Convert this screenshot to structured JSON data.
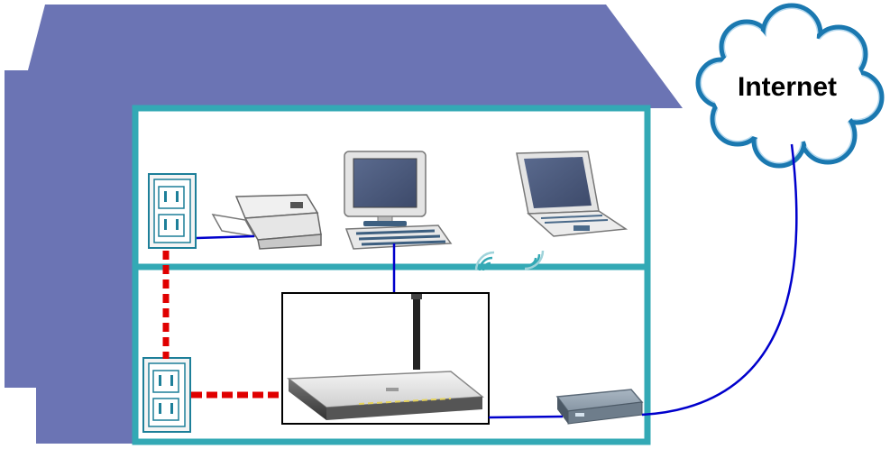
{
  "cloud": {
    "label": "Internet"
  },
  "colors": {
    "roof": "#6b74b4",
    "house_wall": "#6b74b4",
    "frame": "#33a9b5",
    "wired_link": "#0000cc",
    "powerline_link": "#e00000",
    "cloud_outline": "#1a78b0",
    "cloud_inner": "#b4d8ee"
  },
  "icons": [
    "power-outlet-upper",
    "printer",
    "desktop-computer",
    "laptop",
    "wireless-signal",
    "power-outlet-lower",
    "wireless-router",
    "modem",
    "internet-cloud"
  ]
}
